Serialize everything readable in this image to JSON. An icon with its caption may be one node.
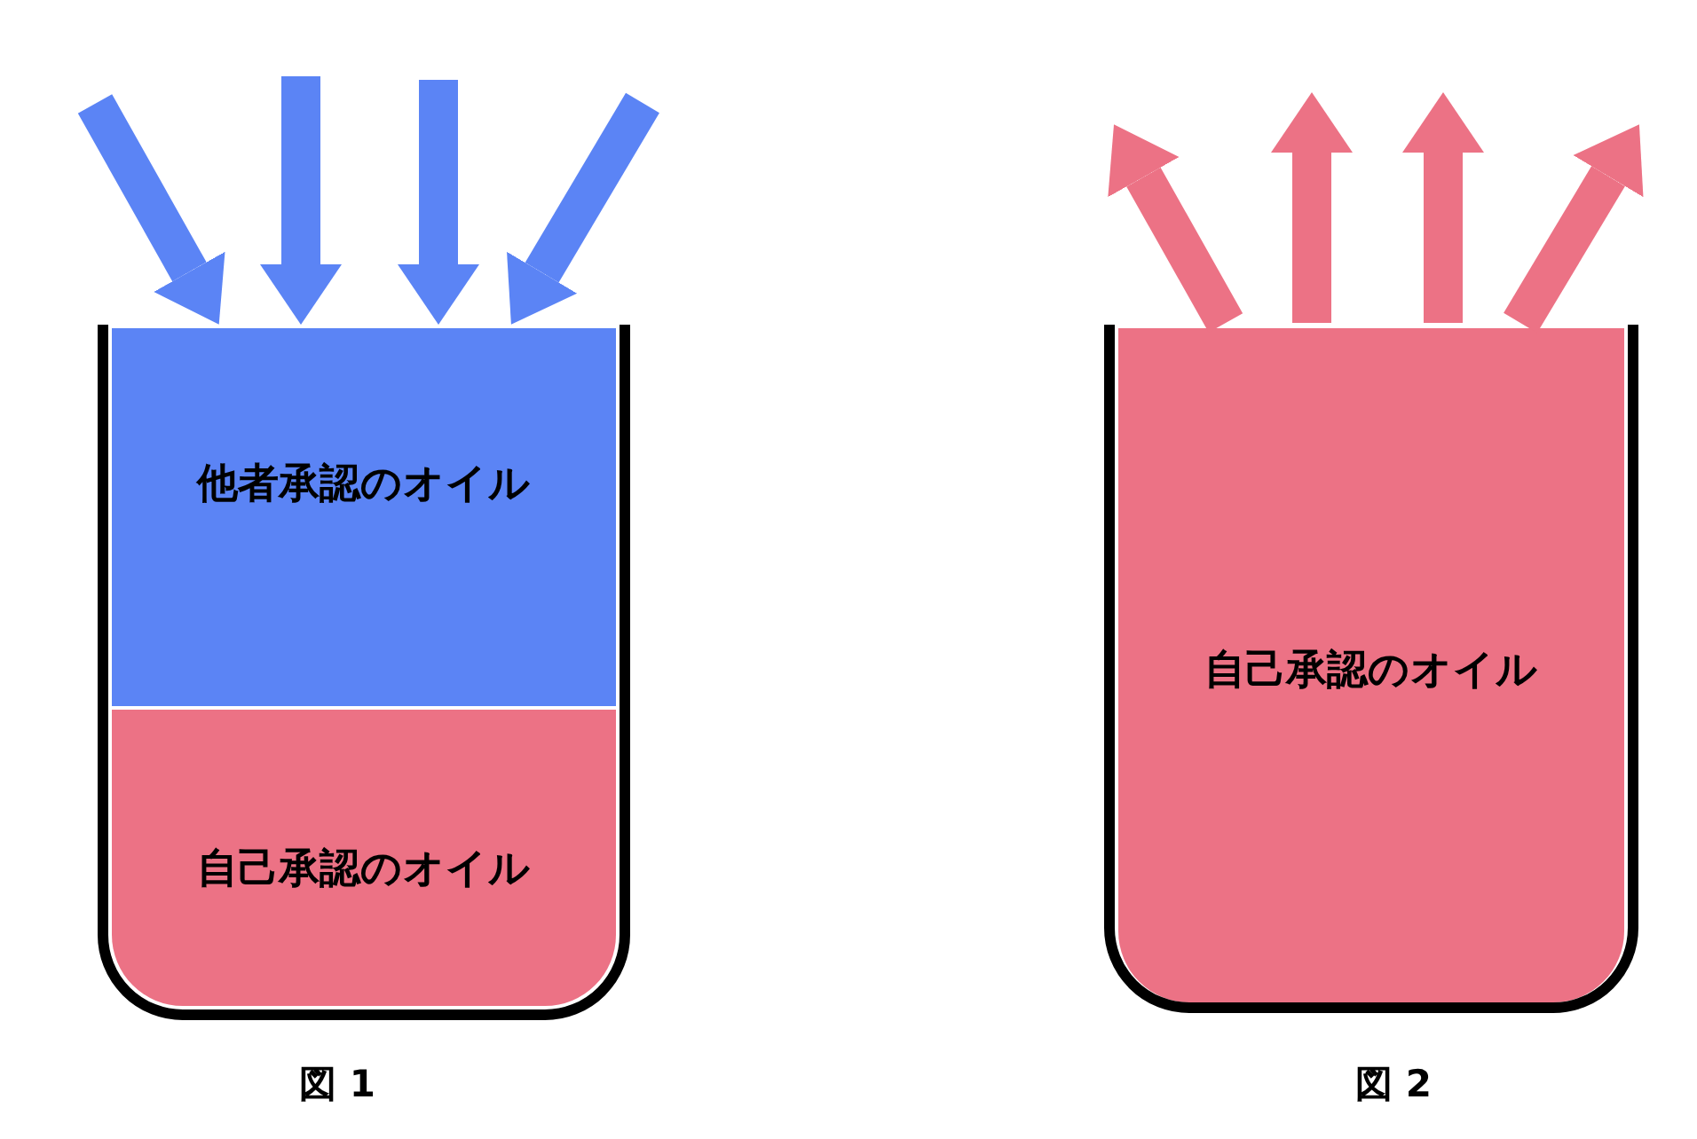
{
  "diagram": {
    "nodes": [
      {
        "text": [],
        "shape": "cup",
        "beside": [
          "図 1"
        ]
      },
      {
        "text": [
          "他者承認のオイル"
        ],
        "in": 0
      },
      {
        "text": [
          "自己承認のオイル"
        ],
        "in": 0
      },
      {
        "text": [],
        "shape": "cup",
        "beside": [
          "図 2"
        ]
      },
      {
        "text": [
          "自己承認のオイル"
        ],
        "in": 3
      }
    ],
    "edges": [
      {
        "from": null,
        "to": 1,
        "arrow": "to",
        "color": "#5b84f5"
      },
      {
        "from": null,
        "to": 1,
        "arrow": "to",
        "color": "#5b84f5"
      },
      {
        "from": null,
        "to": 1,
        "arrow": "to",
        "color": "#5b84f5"
      },
      {
        "from": null,
        "to": 1,
        "arrow": "to",
        "color": "#5b84f5"
      },
      {
        "from": 4,
        "to": null,
        "arrow": "to",
        "color": "#ec7285"
      },
      {
        "from": 4,
        "to": null,
        "arrow": "to",
        "color": "#ec7285"
      },
      {
        "from": 4,
        "to": null,
        "arrow": "to",
        "color": "#ec7285"
      },
      {
        "from": 4,
        "to": null,
        "arrow": "to",
        "color": "#ec7285"
      }
    ]
  }
}
